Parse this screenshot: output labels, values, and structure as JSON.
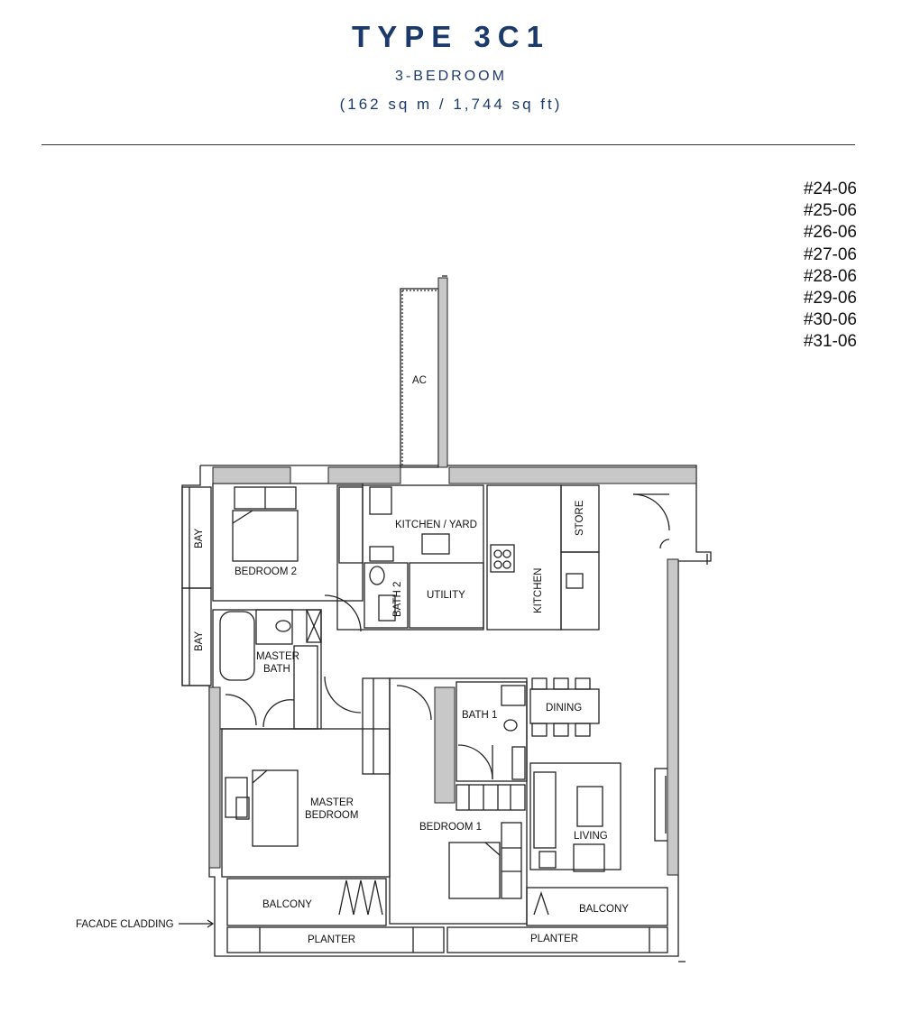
{
  "header": {
    "title": "TYPE 3C1",
    "subtitle": "3-BEDROOM",
    "area": "(162 sq m / 1,744 sq ft)"
  },
  "units": [
    "#24-06",
    "#25-06",
    "#26-06",
    "#27-06",
    "#28-06",
    "#29-06",
    "#30-06",
    "#31-06"
  ],
  "rooms": {
    "ac": "AC",
    "kitchen_yard": "KITCHEN / YARD",
    "store": "STORE",
    "bay_upper": "BAY",
    "bay_lower": "BAY",
    "bedroom2": "BEDROOM  2",
    "bath2": "BATH 2",
    "utility": "UTILITY",
    "kitchen": "KITCHEN",
    "master_bath_line1": "MASTER",
    "master_bath_line2": "BATH",
    "dining": "DINING",
    "bath1": "BATH  1",
    "master_bedroom_line1": "MASTER",
    "master_bedroom_line2": "BEDROOM",
    "bedroom1": "BEDROOM  1",
    "living": "LIVING",
    "balcony_left": "BALCONY",
    "balcony_right": "BALCONY",
    "planter_left": "PLANTER",
    "planter_right": "PLANTER",
    "facade_cladding": "FACADE CLADDING"
  },
  "colors": {
    "title": "#1b3a6b",
    "wall": "#c8c8c8",
    "line": "#222222"
  }
}
